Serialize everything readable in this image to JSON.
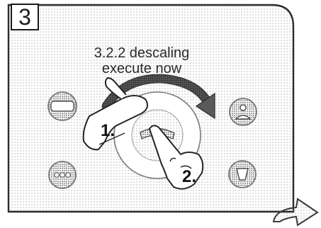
{
  "panel": {
    "step_number": "3",
    "instruction_line1": "3.2.2 descaling",
    "instruction_line2": "execute now",
    "step1_label": "1.",
    "step2_label": "2."
  },
  "icons": {
    "top_left_button": "menu-button-icon",
    "bottom_left_button": "dots-button-icon",
    "top_right_button": "person-button-icon",
    "bottom_right_button": "cup-button-icon",
    "center_button": "rotary-selector-icon",
    "rotate_arrow": "rotate-clockwise-arrow-icon",
    "next_arrow": "next-page-arrow-icon"
  }
}
